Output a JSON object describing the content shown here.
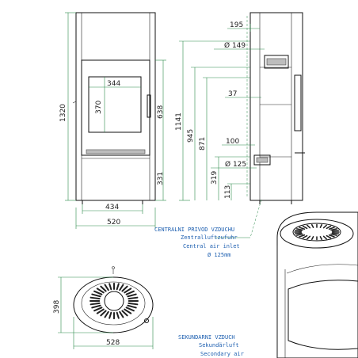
{
  "dims": {
    "height_total": "1320",
    "glass_w": "344",
    "glass_h": "370",
    "door_h": "638",
    "lower_h": "331",
    "inner_w": "434",
    "outer_w": "520",
    "side_1141": "1141",
    "side_945": "945",
    "side_871": "871",
    "side_319": "319",
    "side_113": "113",
    "top_195": "195",
    "dia_149": "Ø 149",
    "d_37": "37",
    "d_100": "100",
    "dia_125": "Ø 125",
    "top_398": "398",
    "top_528": "528"
  },
  "labels": {
    "central_1": "CENTRALNI PRIVOD VZDUCHU",
    "central_2": "Zentralluftzufuhr",
    "central_3": "Central air inlet",
    "central_4": "Ø 125mm",
    "secondary_1": "SEKUNDARNI VZDUCH",
    "secondary_2": "Sekundärluft",
    "secondary_3": "Secondary air"
  }
}
